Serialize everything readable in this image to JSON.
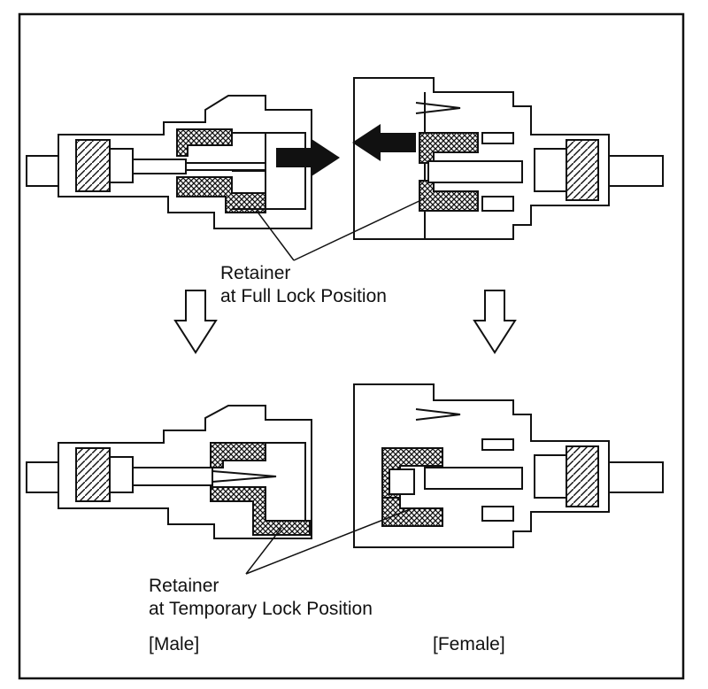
{
  "labels": {
    "retainer_full_line1": "Retainer",
    "retainer_full_line2": "at Full Lock Position",
    "retainer_temp_line1": "Retainer",
    "retainer_temp_line2": "at Temporary Lock Position",
    "male": "[Male]",
    "female": "[Female]"
  },
  "colors": {
    "line": "#111111",
    "background": "#ffffff",
    "hatch": "#111111"
  }
}
